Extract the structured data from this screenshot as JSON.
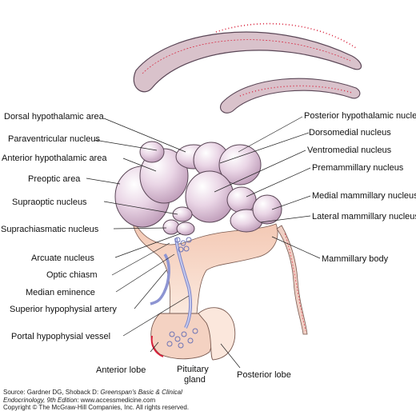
{
  "labels": {
    "dorsal_hypothalamic_area": "Dorsal hypothalamic area",
    "paraventricular_nucleus": "Paraventricular nucleus",
    "anterior_hypothalamic_area": "Anterior hypothalamic area",
    "preoptic_area": "Preoptic area",
    "supraoptic_nucleus": "Supraoptic nucleus",
    "suprachiasmatic_nucleus": "Suprachiasmatic nucleus",
    "arcuate_nucleus": "Arcuate nucleus",
    "optic_chiasm": "Optic chiasm",
    "median_eminence": "Median eminence",
    "superior_hypophysial_artery": "Superior hypophysial artery",
    "portal_hypophysial_vessel": "Portal hypophysial vessel",
    "anterior_lobe": "Anterior lobe",
    "pituitary_gland_line1": "Pituitary",
    "pituitary_gland_line2": "gland",
    "posterior_lobe": "Posterior lobe",
    "posterior_hypothalamic_nucleus": "Posterior hypothalamic nucleus",
    "dorsomedial_nucleus": "Dorsomedial nucleus",
    "ventromedial_nucleus": "Ventromedial nucleus",
    "premammillary_nucleus": "Premammillary nucleus",
    "medial_mammillary_nucleus": "Medial mammillary nucleus",
    "lateral_mammillary_nucleus": "Lateral mammillary nucleus",
    "mammillary_body": "Mammillary body"
  },
  "credit": {
    "source_prefix": "Source: Gardner DG, Shoback D: ",
    "source_title": "Greenspan's Basic & Clinical",
    "source_title_2": "Endocrinology, 9th Edition",
    "source_suffix": ": www.accessmedicine.com",
    "copyright": "Copyright © The McGraw-Hill Companies, Inc. All rights reserved."
  },
  "colors": {
    "nuclei_fill": "#e7cfe0",
    "nuclei_stroke": "#5a4656",
    "corpus_fill": "#d9c2cb",
    "corpus_red": "#d8203a",
    "tissue_fill": "#f6dccd",
    "vessel_fill": "#b9bfe6"
  }
}
